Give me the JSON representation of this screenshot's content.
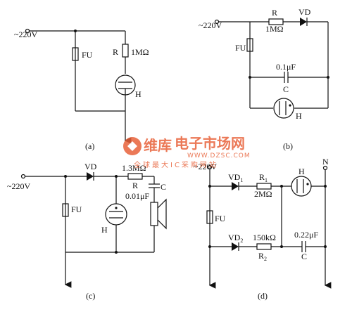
{
  "panels": {
    "a": {
      "caption": "(a)",
      "supply": "~220V",
      "fuse": "FU",
      "resistor_name": "R",
      "resistor_value": "1MΩ",
      "lamp": "H"
    },
    "b": {
      "caption": "(b)",
      "supply": "~220V",
      "fuse": "FU",
      "resistor_name": "R",
      "resistor_value": "1MΩ",
      "diode": "VD",
      "cap_value": "0.1μF",
      "cap_name": "C",
      "lamp": "H"
    },
    "c": {
      "caption": "(c)",
      "supply": "~220V",
      "fuse": "FU",
      "diode": "VD",
      "resistor_value": "1.3MΩ",
      "resistor_name": "R",
      "cap_value": "0.01μF",
      "cap_name": "C",
      "lamp": "H"
    },
    "d": {
      "caption": "(d)",
      "supply": "~220V",
      "neutral": "N",
      "fuse": "FU",
      "diode1": "VD",
      "diode1_sub": "1",
      "r1_name": "R",
      "r1_sub": "1",
      "r1_value": "2MΩ",
      "lamp": "H",
      "diode2": "VD",
      "diode2_sub": "2",
      "r2_value": "150kΩ",
      "r2_name": "R",
      "r2_sub": "2",
      "cap_value": "0.22μF",
      "cap_name": "C"
    }
  },
  "watermark": {
    "brand": "维库",
    "tagline": "电子市场网",
    "url": "WWW.DZSC.COM",
    "slogan": "全球最大IC采购网站",
    "color": "#e8623a"
  }
}
